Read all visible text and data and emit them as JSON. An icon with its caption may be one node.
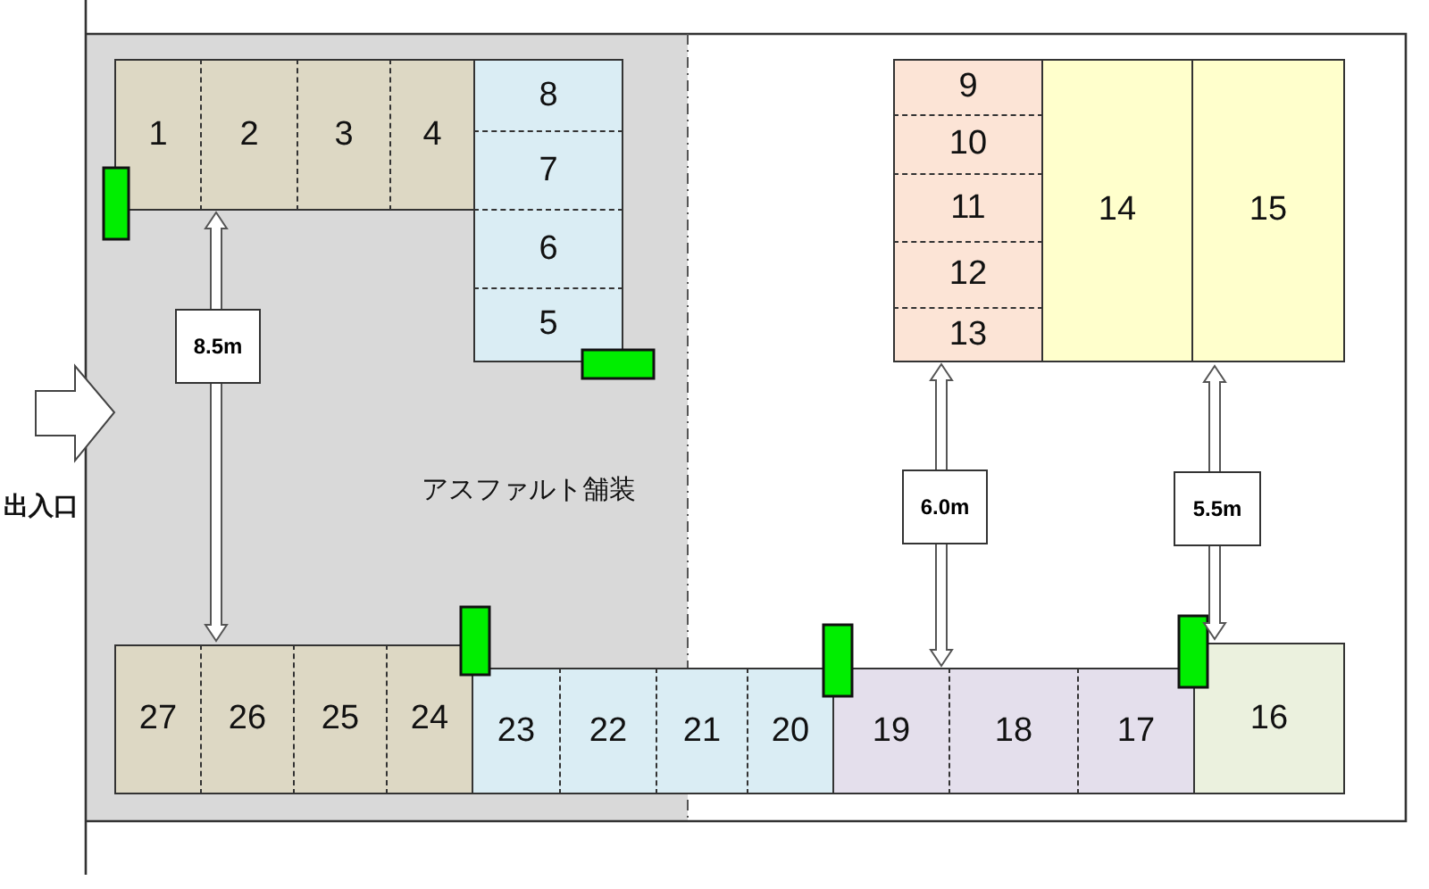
{
  "diagram": {
    "nodes": [
      {
        "text": [
          "1"
        ]
      },
      {
        "text": [
          "2"
        ]
      },
      {
        "text": [
          "3"
        ]
      },
      {
        "text": [
          "4"
        ]
      },
      {
        "text": [
          "5"
        ]
      },
      {
        "text": [
          "6"
        ]
      },
      {
        "text": [
          "7"
        ]
      },
      {
        "text": [
          "8"
        ]
      },
      {
        "text": [
          "9"
        ]
      },
      {
        "text": [
          "10"
        ]
      },
      {
        "text": [
          "11"
        ]
      },
      {
        "text": [
          "12"
        ]
      },
      {
        "text": [
          "13"
        ]
      },
      {
        "text": [
          "14"
        ]
      },
      {
        "text": [
          "15"
        ]
      },
      {
        "text": [
          "16"
        ]
      },
      {
        "text": [
          "17"
        ]
      },
      {
        "text": [
          "18"
        ]
      },
      {
        "text": [
          "19"
        ]
      },
      {
        "text": [
          "20"
        ]
      },
      {
        "text": [
          "21"
        ]
      },
      {
        "text": [
          "22"
        ]
      },
      {
        "text": [
          "23"
        ]
      },
      {
        "text": [
          "24"
        ]
      },
      {
        "text": [
          "25"
        ]
      },
      {
        "text": [
          "26"
        ]
      },
      {
        "text": [
          "27"
        ]
      }
    ],
    "labels": [
      "8.5m",
      "出入口",
      "アスファルト舗装",
      "6.0m",
      "5.5m"
    ]
  }
}
